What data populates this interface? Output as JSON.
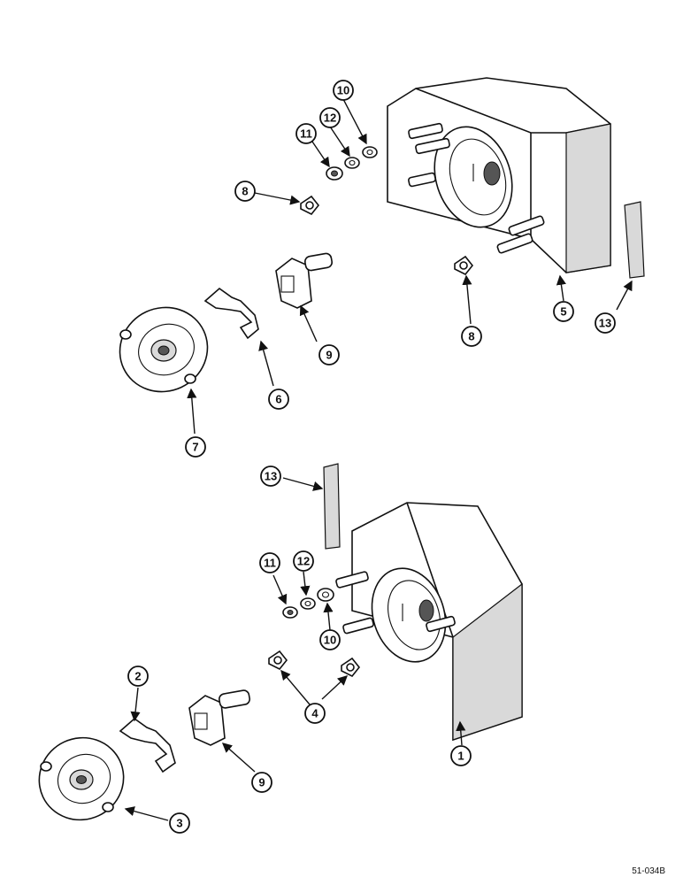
{
  "figure_reference": "51-034B",
  "callouts": {
    "upper": {
      "c10": "10",
      "c11": "11",
      "c12": "12",
      "c8a": "8",
      "c8b": "8",
      "c9": "9",
      "c6": "6",
      "c7": "7",
      "c5": "5",
      "c13": "13"
    },
    "lower": {
      "c13": "13",
      "c11": "11",
      "c12": "12",
      "c10": "10",
      "c2": "2",
      "c4": "4",
      "c9": "9",
      "c3": "3",
      "c1": "1"
    }
  }
}
